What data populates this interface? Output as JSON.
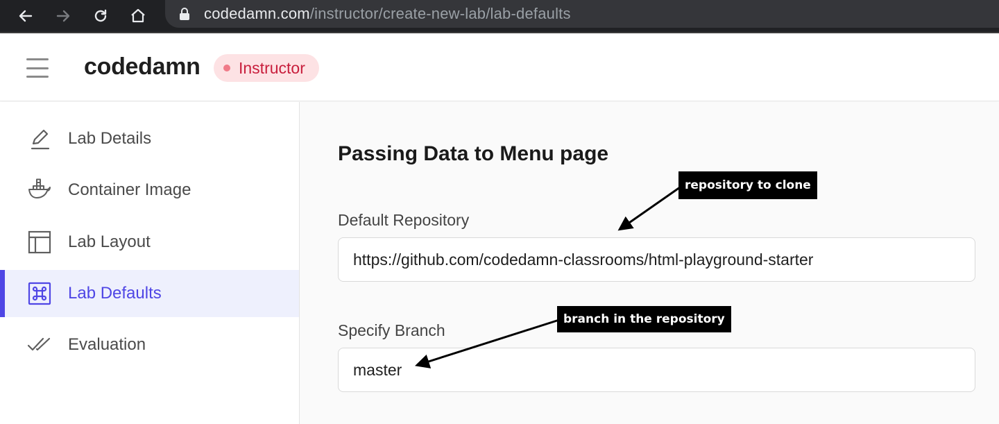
{
  "browser": {
    "url_host": "codedamn.com",
    "url_path": "/instructor/create-new-lab/lab-defaults"
  },
  "header": {
    "brand": "codedamn",
    "role_badge": "Instructor"
  },
  "sidebar": {
    "items": [
      {
        "label": "Lab Details",
        "icon": "pencil-icon",
        "active": false
      },
      {
        "label": "Container Image",
        "icon": "docker-icon",
        "active": false
      },
      {
        "label": "Lab Layout",
        "icon": "layout-icon",
        "active": false
      },
      {
        "label": "Lab Defaults",
        "icon": "command-key-icon",
        "active": true
      },
      {
        "label": "Evaluation",
        "icon": "double-check-icon",
        "active": false
      }
    ]
  },
  "main": {
    "section_title": "Passing Data to Menu page",
    "repository": {
      "label": "Default Repository",
      "value": "https://github.com/codedamn-classrooms/html-playground-starter"
    },
    "branch": {
      "label": "Specify Branch",
      "value": "master"
    }
  },
  "annotations": {
    "repository_note": "repository to clone",
    "branch_note": "branch in the repository"
  },
  "colors": {
    "accent": "#4f46e5",
    "badge_bg": "#fde2e4",
    "badge_text": "#c81e3c",
    "browser_bg": "#202124"
  }
}
